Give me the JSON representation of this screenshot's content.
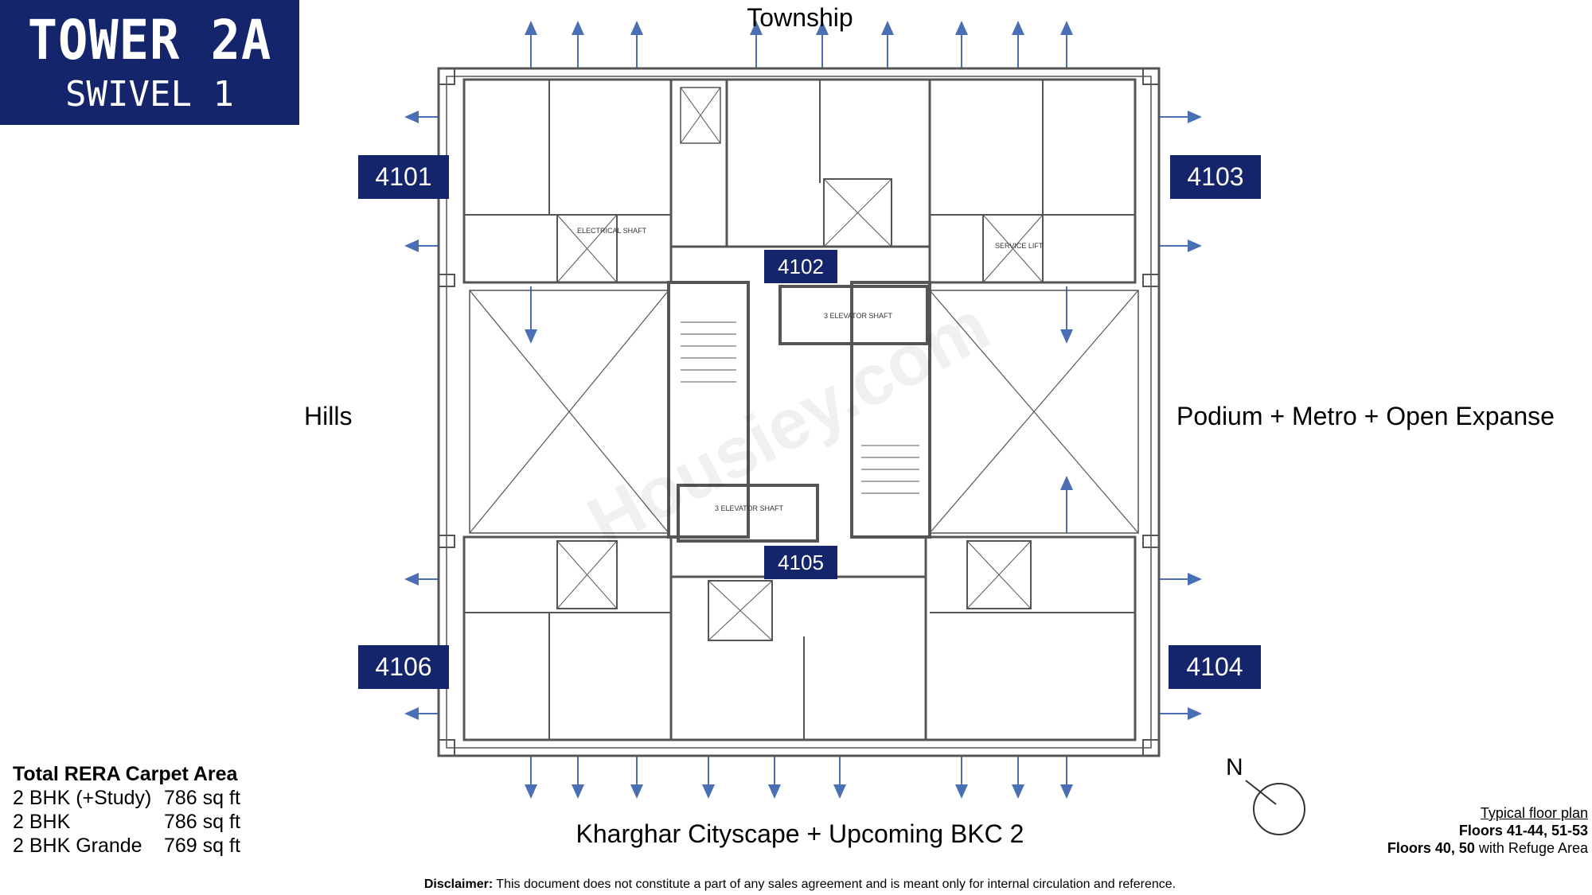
{
  "title": {
    "tower": "TOWER 2A",
    "swivel": "SWIVEL 1"
  },
  "flats": [
    "4101",
    "4102",
    "4103",
    "4104",
    "4105",
    "4106"
  ],
  "directions": {
    "top": "Township",
    "left": "Hills",
    "right": "Podium + Metro + Open Expanse",
    "bottom": "Kharghar Cityscape + Upcoming BKC 2"
  },
  "compass": {
    "label": "N"
  },
  "watermark": "Housiey.com",
  "plan_labels": {
    "elevator_top": "3 ELEVATOR SHAFT",
    "elevator_bottom": "3 ELEVATOR SHAFT",
    "service_lift": "SERVICE LIFT",
    "electrical_shaft": "ELECTRICAL SHAFT"
  },
  "carpet_area": {
    "heading": "Total RERA Carpet Area",
    "rows": [
      {
        "type": "2 BHK (+Study)",
        "area": "786 sq ft"
      },
      {
        "type": "2 BHK",
        "area": "786 sq ft"
      },
      {
        "type": "2 BHK Grande",
        "area": "769 sq ft"
      }
    ]
  },
  "floor_note": {
    "line1": "Typical floor plan",
    "line2": "Floors 41-44, 51-53",
    "line3_bold": "Floors 40, 50",
    "line3_rest": " with Refuge Area"
  },
  "disclaimer": {
    "label": "Disclaimer:",
    "text": " This document does not constitute a part of any sales agreement and is meant only for internal circulation and reference."
  },
  "colors": {
    "navy": "#15256b",
    "arrow": "#4a6fb5",
    "wall": "#555555"
  }
}
